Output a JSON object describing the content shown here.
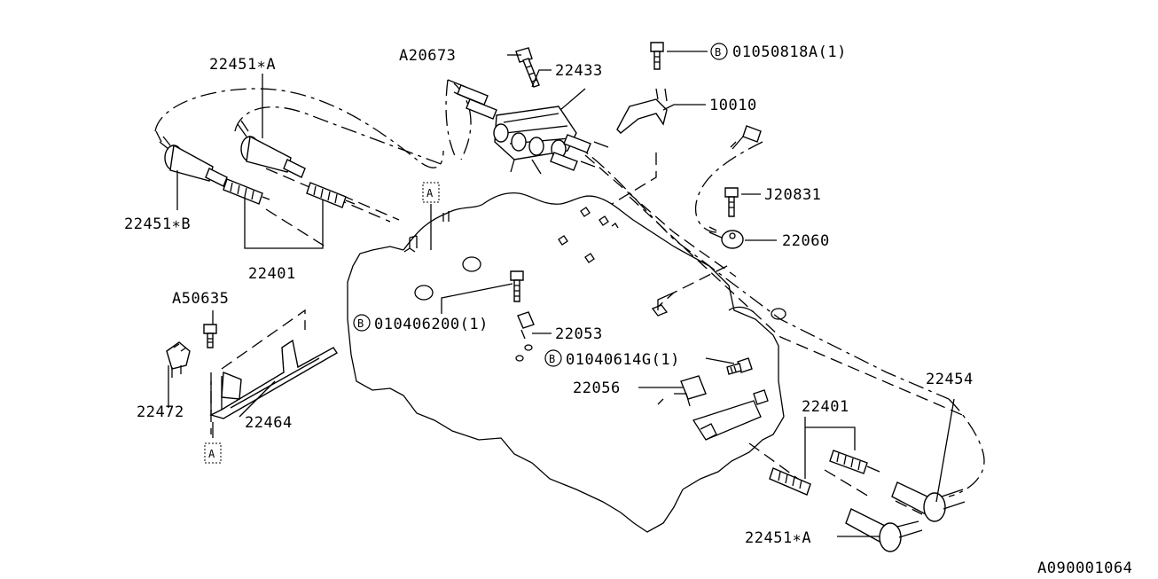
{
  "diagram": {
    "callouts": {
      "a20673": "A20673",
      "p22433": "22433",
      "b01050818a": "01050818A(1)",
      "p10010": "10010",
      "j20831": "J20831",
      "p22060": "22060",
      "p22451a_top": "22451∗A",
      "p22451b": "22451∗B",
      "p22401_left": "22401",
      "a50635": "A50635",
      "p22472": "22472",
      "p22464": "22464",
      "b010406200": "010406200(1)",
      "p22053": "22053",
      "b01040614g": "01040614G(1)",
      "p22056": "22056",
      "p22454": "22454",
      "p22401_right": "22401",
      "p22451a_bottom": "22451∗A"
    },
    "b_marker": "B",
    "ref_box": "A",
    "figure_id": "A090001064"
  }
}
